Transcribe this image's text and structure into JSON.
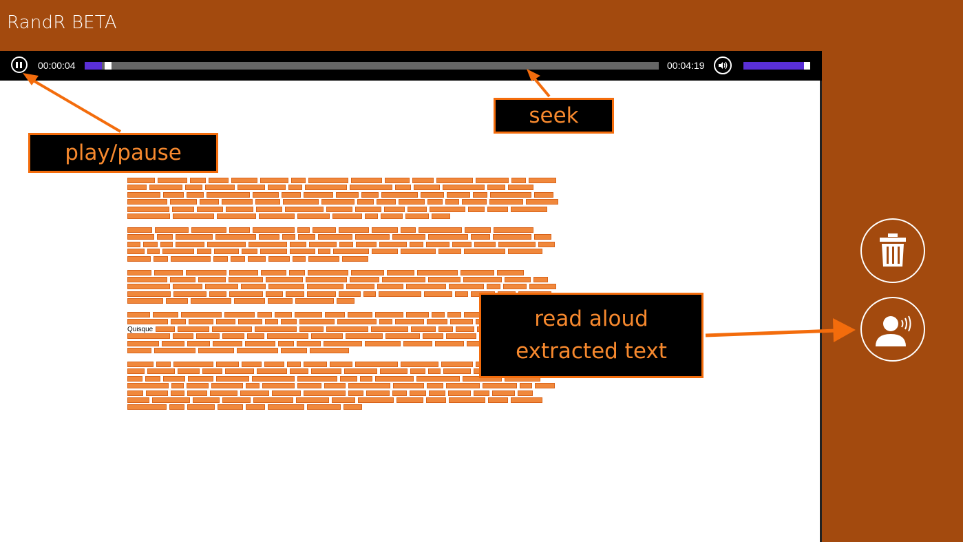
{
  "app": {
    "title": "RandR BETA"
  },
  "player": {
    "current_time": "00:00:04",
    "total_time": "00:04:19",
    "progress": 0.03,
    "volume": 1.0
  },
  "document": {
    "visible_word": "Quisque"
  },
  "annotations": {
    "play_pause": "play/pause",
    "seek": "seek",
    "read_aloud_line1": "read aloud",
    "read_aloud_line2": "extracted text"
  },
  "icons": {
    "pause": "pause-icon",
    "volume": "speaker-icon",
    "delete": "trash-icon",
    "read_aloud": "speaking-person-icon"
  },
  "colors": {
    "background": "#a34a0e",
    "accent_purple": "#5a2fd6",
    "highlight_orange": "#f0883c",
    "callout_border": "#f36c0c"
  }
}
